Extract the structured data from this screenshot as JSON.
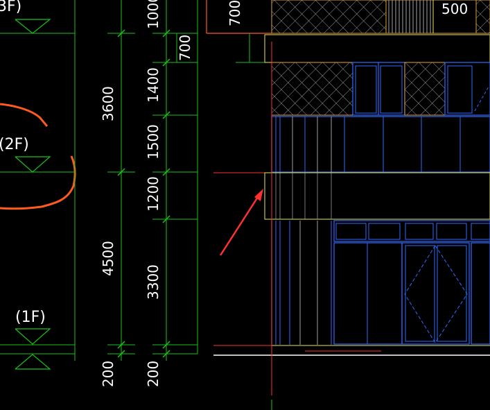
{
  "levels": {
    "third": "3F)",
    "second": "(2F)",
    "first": "(1F)"
  },
  "dimensions_outer": {
    "d3600": "3600",
    "d4500": "4500",
    "d200": "200"
  },
  "dimensions_inner": {
    "d1000": "1000",
    "d700": "700",
    "d1400": "1400",
    "d1500": "1500",
    "d1200": "1200",
    "d3300": "3300",
    "d200": "200"
  },
  "facade_labels": {
    "upper_700": "700",
    "upper_500": "500"
  },
  "colors": {
    "background": "#000000",
    "dimension_lines": "#19c419",
    "text": "#ffffff",
    "window_frames": "#2f6cff",
    "beam_outline": "#e8e85a",
    "hatch": "#c9c9c9",
    "orange_markup": "#ff5a1f",
    "red_arrow": "#ff3030"
  }
}
